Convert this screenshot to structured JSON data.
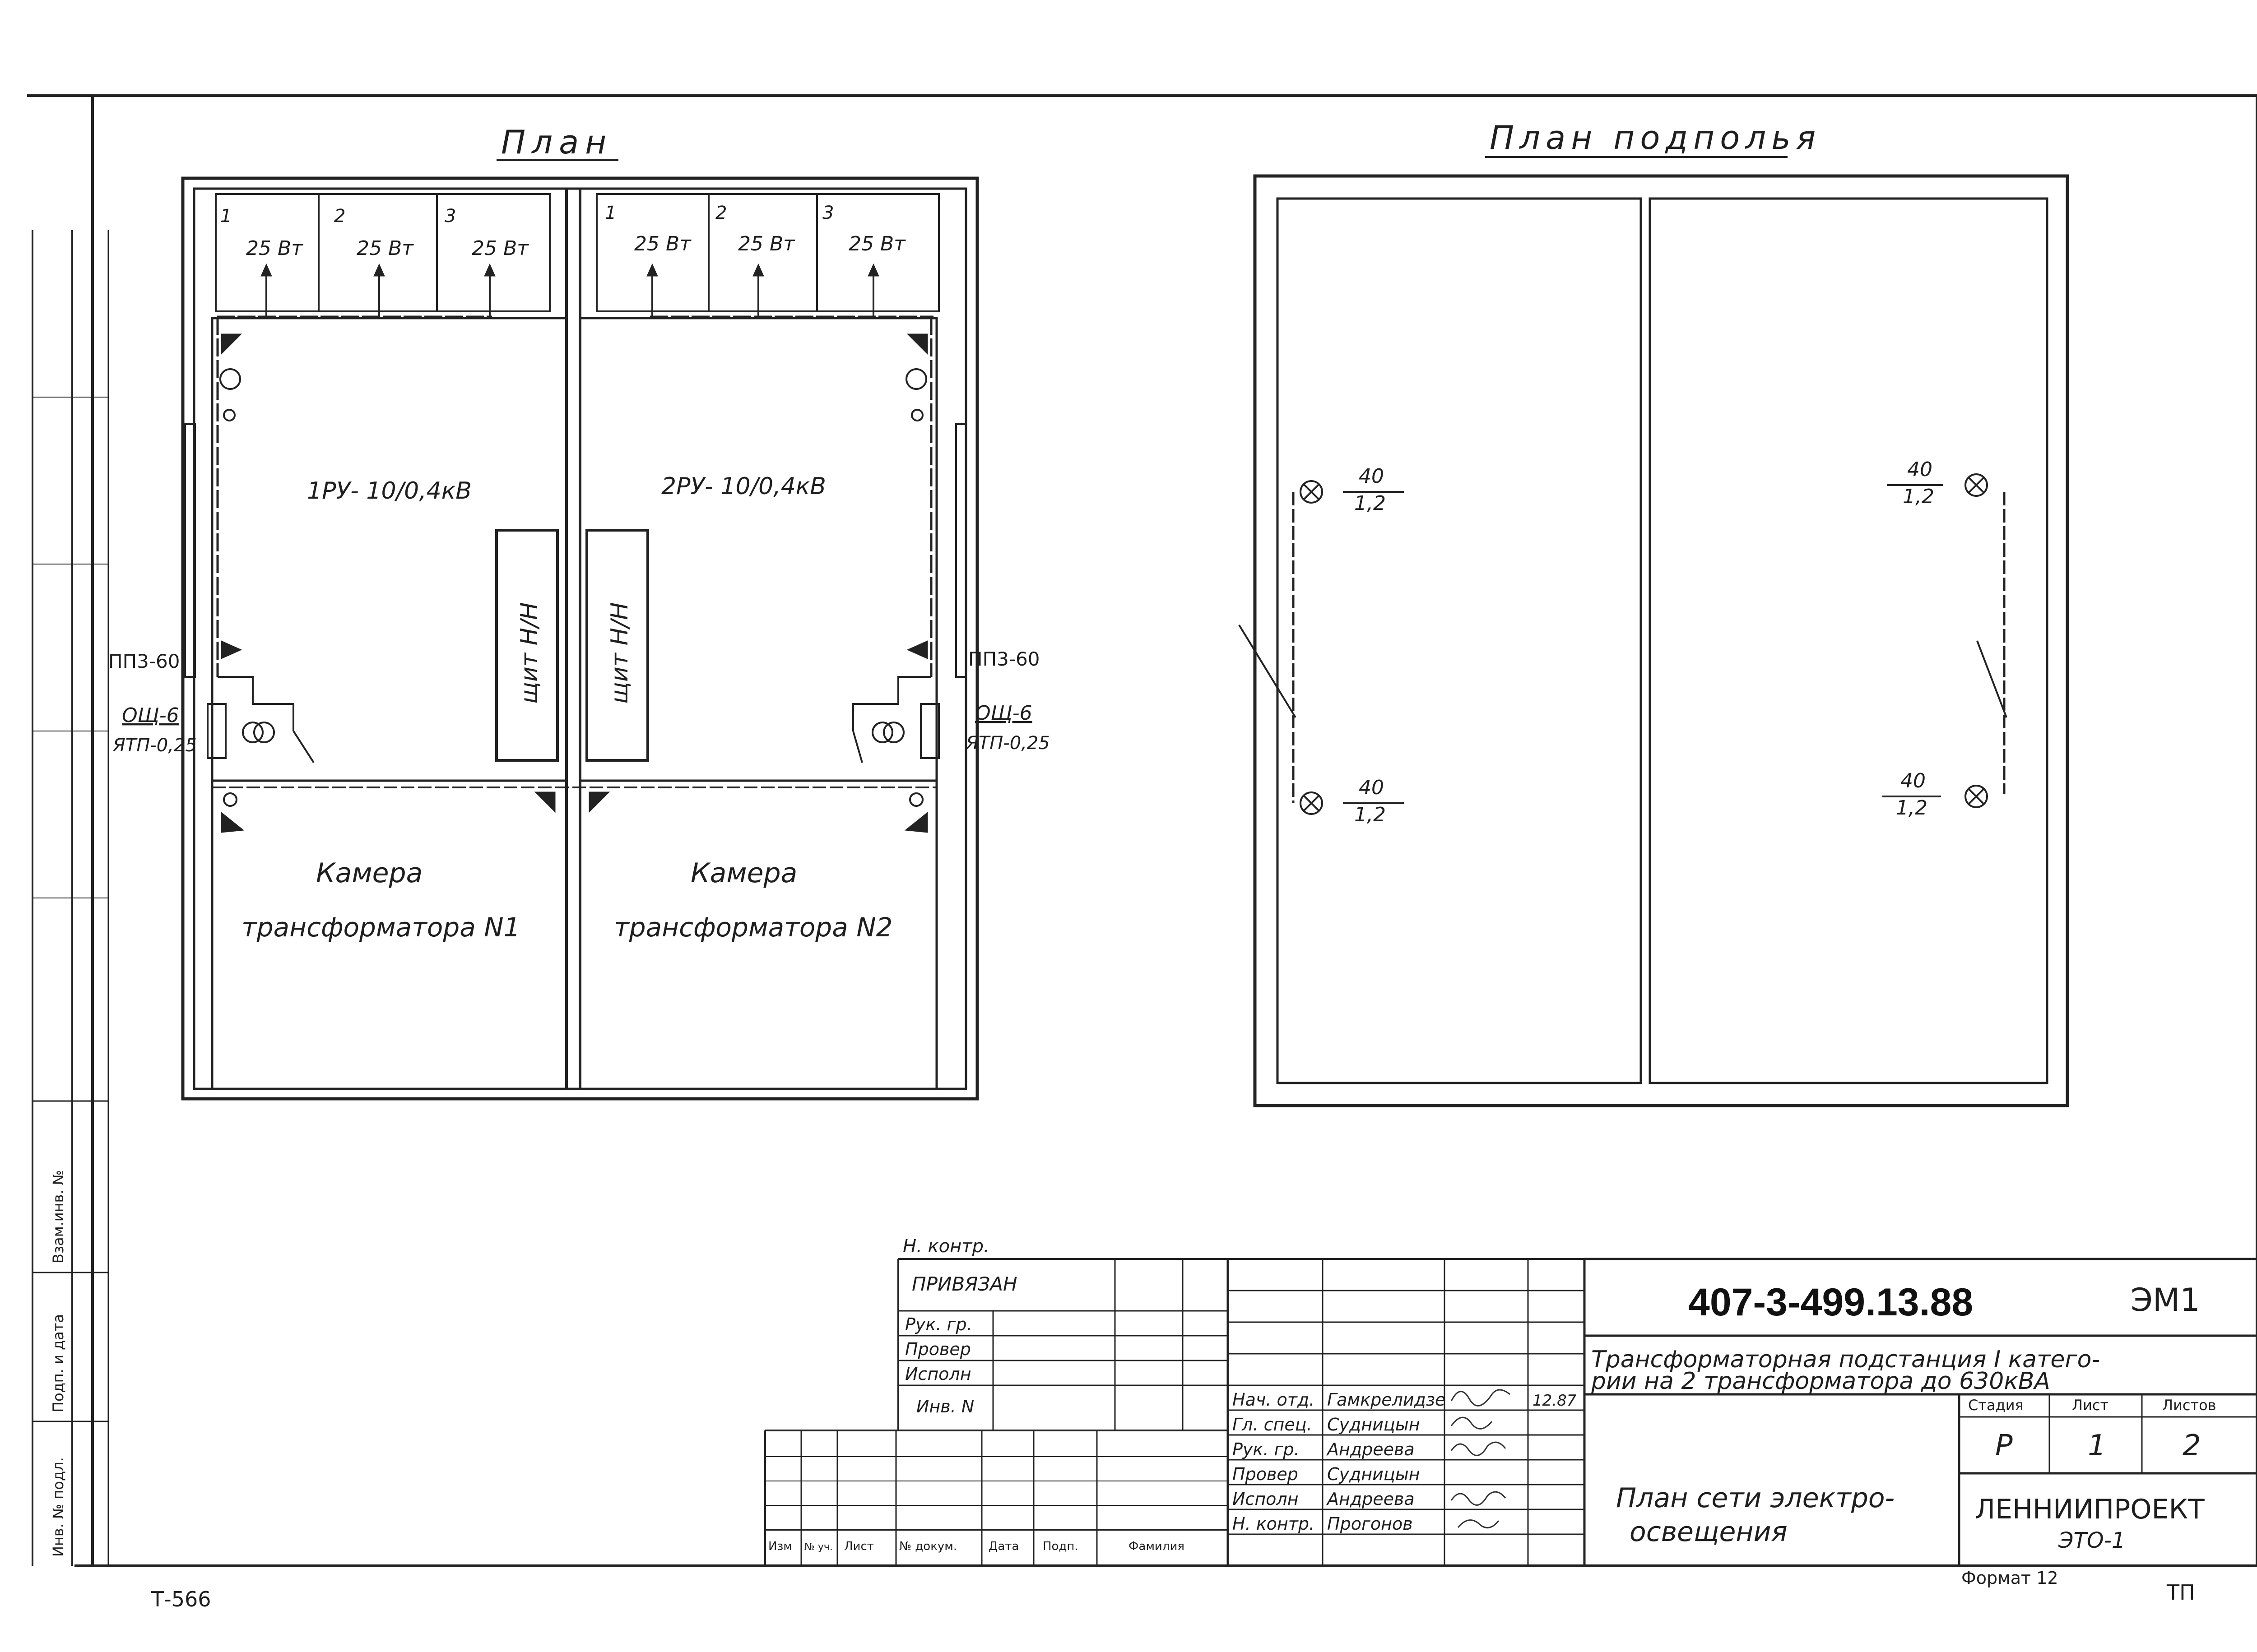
{
  "plans": {
    "plan_title": "План",
    "underfloor_title": "План подполья"
  },
  "rooms": {
    "ru1": "1РУ- 10/0,4кВ",
    "ru2": "2РУ- 10/0,4кВ",
    "shield": "щит Н/Н",
    "chamber": "Камера",
    "chamber1": "трансформатора N1",
    "chamber2": "трансформатора N2"
  },
  "lamps": [
    {
      "num": "1",
      "power": "25 Вт"
    },
    {
      "num": "2",
      "power": "25 Вт"
    },
    {
      "num": "3",
      "power": "25 Вт"
    }
  ],
  "devices": {
    "pp": "ПП3-60",
    "osh": "ОЩ-6",
    "yatp": "ЯТП-0,25"
  },
  "fixture": {
    "top": "40",
    "bottom": "1,2"
  },
  "title_block": {
    "n_kontr_top": "Н. контр.",
    "privyazan": "ПРИВЯЗАН",
    "left_rows": [
      "Рук. гр.",
      "Провер",
      "Исполн",
      "Инв. N"
    ],
    "rev_headers": [
      "Изм",
      "№ уч.",
      "Лист",
      "№ докум.",
      "Дата",
      "Подп.",
      "Фамилия"
    ],
    "roles": [
      "Нач. отд.",
      "Гл. спец.",
      "Рук. гр.",
      "Провер",
      "Исполн",
      "Н. контр."
    ],
    "names": [
      "Гамкрелидзе",
      "Судницын",
      "Андреева",
      "Судницын",
      "Андреева",
      "Прогонов"
    ],
    "date": "12.87",
    "code": "407-3-499.13.88",
    "mark": "ЭМ1",
    "project_line1": "Трансформаторная подстанция I катего-",
    "project_line2": "рии на 2 трансформатора до 630кВА",
    "stage_header": "Стадия",
    "sheet_header": "Лист",
    "sheets_header": "Листов",
    "stage": "Р",
    "sheet": "1",
    "sheets": "2",
    "drawing_line1": "План сети электро-",
    "drawing_line2": "освещения",
    "org": "ЛЕННИИПРОЕКТ",
    "org_code": "ЭТО-1",
    "format": "Формат 12",
    "side_label_1": "Взам.инв. №",
    "side_label_2": "Подп. и дата",
    "side_label_3": "Инв. № подл."
  },
  "corner": {
    "left": "Т-566",
    "right": "ТП"
  }
}
